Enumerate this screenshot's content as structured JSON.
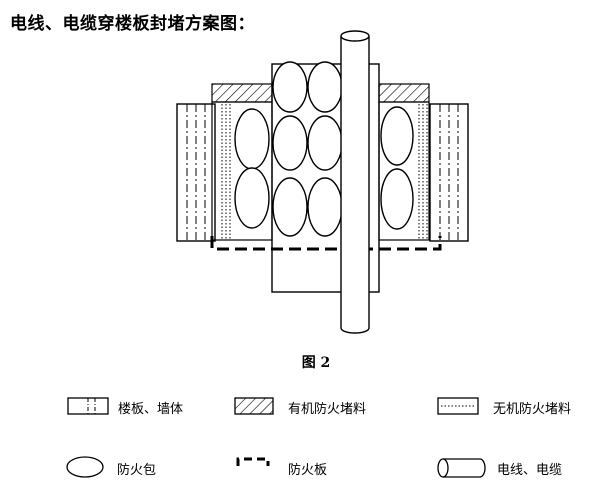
{
  "title": "电线、电缆穿楼板封堵方案图：",
  "figure_caption": "图 2",
  "legend": {
    "floor_wall": "楼板、墙体",
    "organic_fill": "有机防火堵料",
    "inorganic_fill": "无机防火堵料",
    "fire_bag": "防火包",
    "fire_board": "防火板",
    "cable": "电线、电缆"
  },
  "icons": {
    "floor_wall": "dash-dot-rect-icon",
    "organic_fill": "hatched-rect-icon",
    "inorganic_fill": "dotted-rect-icon",
    "fire_bag": "ellipse-icon",
    "fire_board": "bracket-dashed-icon",
    "cable": "cylinder-icon"
  }
}
